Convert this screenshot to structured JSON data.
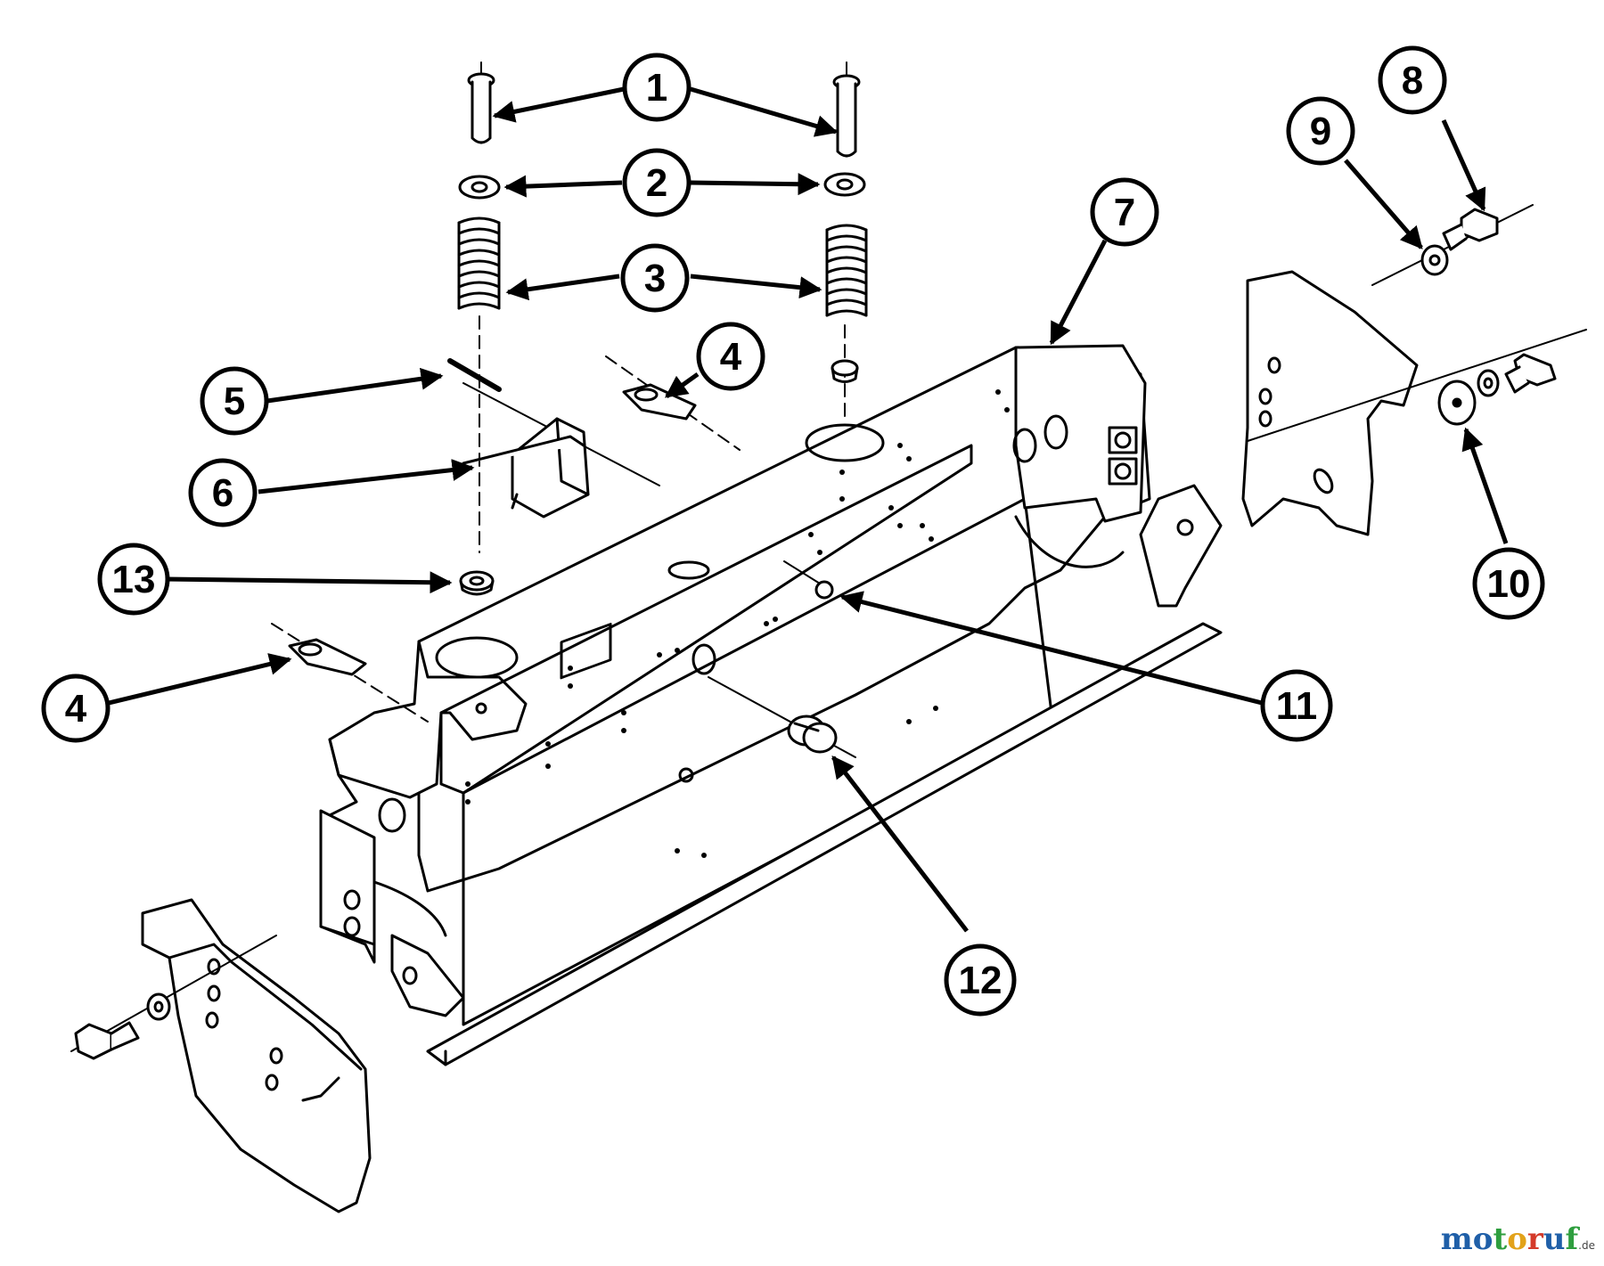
{
  "diagram": {
    "callouts": [
      {
        "id": "c1",
        "label": "1"
      },
      {
        "id": "c2",
        "label": "2"
      },
      {
        "id": "c3",
        "label": "3"
      },
      {
        "id": "c4a",
        "label": "4"
      },
      {
        "id": "c4b",
        "label": "4"
      },
      {
        "id": "c5",
        "label": "5"
      },
      {
        "id": "c6",
        "label": "6"
      },
      {
        "id": "c7",
        "label": "7"
      },
      {
        "id": "c8",
        "label": "8"
      },
      {
        "id": "c9",
        "label": "9"
      },
      {
        "id": "c10",
        "label": "10"
      },
      {
        "id": "c11",
        "label": "11"
      },
      {
        "id": "c12",
        "label": "12"
      },
      {
        "id": "c13",
        "label": "13"
      }
    ]
  },
  "watermark": {
    "letters": [
      "m",
      "o",
      "t",
      "o",
      "r",
      "u",
      "f"
    ],
    "colors": [
      "#1f5fa8",
      "#1f5fa8",
      "#2e9e3e",
      "#e2a21a",
      "#d43a2a",
      "#1f5fa8",
      "#2e9e3e"
    ],
    "tld": ".de"
  }
}
